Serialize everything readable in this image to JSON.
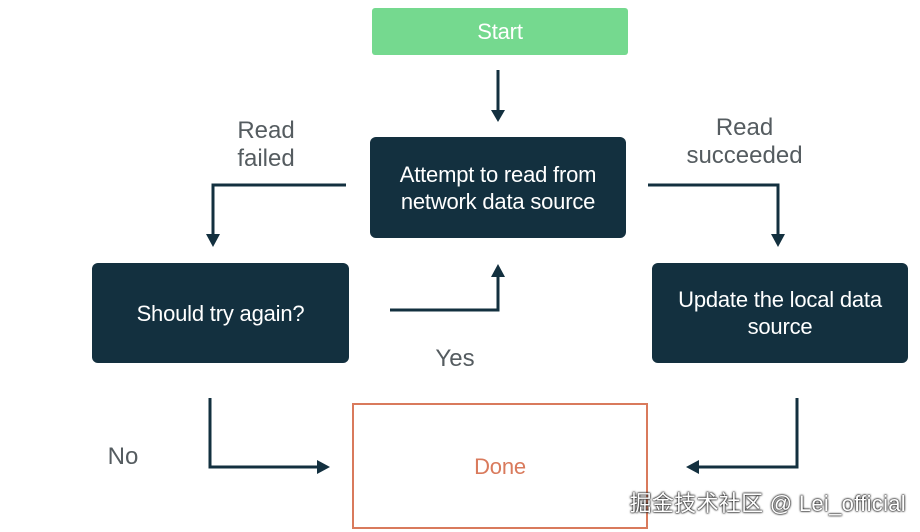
{
  "nodes": {
    "start": "Start",
    "attempt": "Attempt to read from network data source",
    "retry": "Should try again?",
    "update": "Update the local data source",
    "done": "Done"
  },
  "edges": {
    "read_failed": "Read failed",
    "read_succeeded": "Read succeeded",
    "yes": "Yes",
    "no": "No"
  },
  "watermark": "掘金技术社区 @ Lei_official",
  "colors": {
    "start_fill": "#75d98f",
    "node_fill": "#13303f",
    "done_stroke": "#d97a5c",
    "connector": "#13303f",
    "label_text": "#555c60"
  }
}
